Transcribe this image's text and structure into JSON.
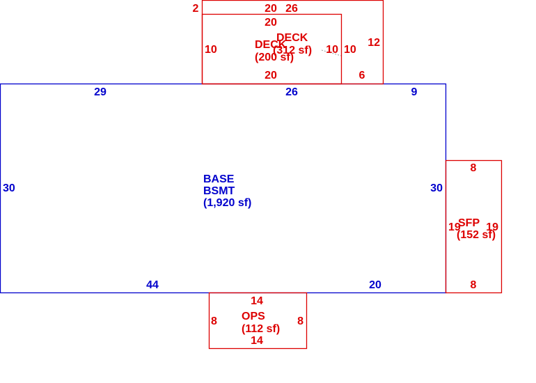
{
  "colors": {
    "base": "#0000cc",
    "addon": "#dd0000"
  },
  "base": {
    "label1": "BASE",
    "label2": "BSMT",
    "area": "(1,920 sf)",
    "dims": {
      "top_left": "29",
      "top_mid": "26",
      "top_right": "9",
      "left": "30",
      "right": "30",
      "bottom_left": "44",
      "bottom_right": "20"
    }
  },
  "deck_large": {
    "label": "DECK",
    "area": "(312 sf)",
    "dims": {
      "top_a": "2",
      "top_b": "20",
      "top_c": "26",
      "right": "12",
      "inner_right": "10",
      "bottom": "6"
    }
  },
  "deck_small": {
    "label": "DECK",
    "area": "(200 sf)",
    "dims": {
      "top": "20",
      "left": "10",
      "right": "10",
      "bottom": "20"
    }
  },
  "sfp": {
    "label": "SFP",
    "area": "(152 sf)",
    "dims": {
      "top": "8",
      "left": "19",
      "right": "19",
      "bottom": "8"
    }
  },
  "ops": {
    "label": "OPS",
    "area": "(112 sf)",
    "dims": {
      "top": "14",
      "left": "8",
      "right": "8",
      "bottom": "14"
    }
  }
}
